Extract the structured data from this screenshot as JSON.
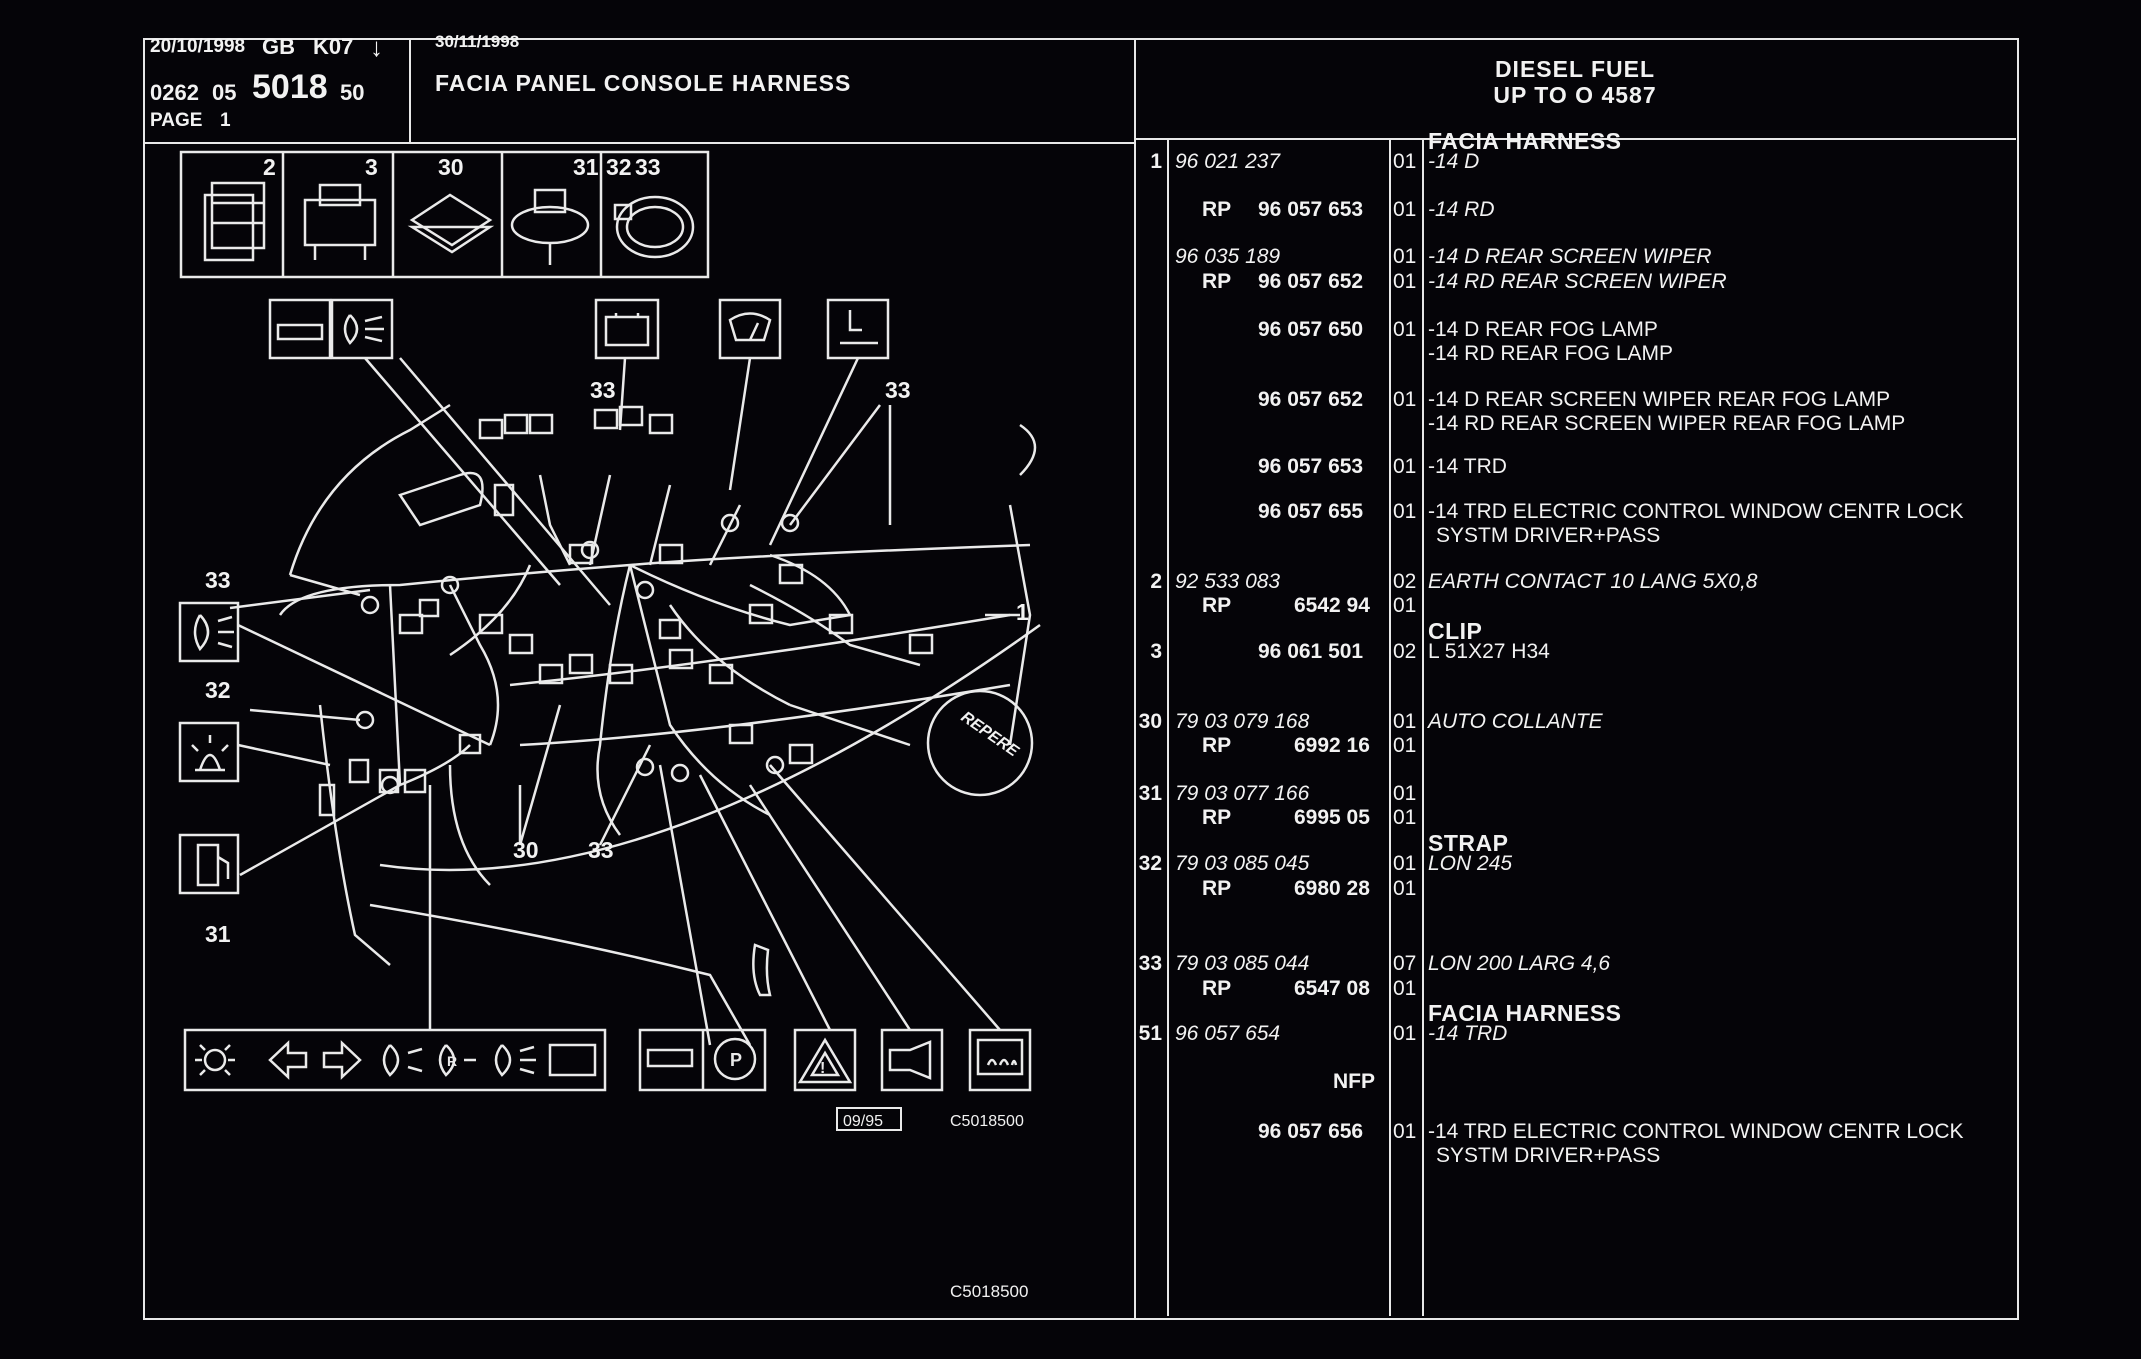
{
  "header": {
    "date": "20/10/1998",
    "lang": "GB",
    "code": "K07",
    "ref_prefix": "0262",
    "ref_a": "05",
    "ref_main": "5018",
    "ref_b": "50",
    "page_label": "PAGE",
    "page_number": "1",
    "date2": "30/11/1998",
    "title": "FACIA PANEL CONSOLE HARNESS",
    "right_line1": "DIESEL FUEL",
    "right_line2": "UP TO O 4587"
  },
  "diagram": {
    "callouts": [
      "2",
      "3",
      "30",
      "31",
      "32",
      "33",
      "33",
      "33",
      "33",
      "32",
      "31",
      "30",
      "33",
      "1"
    ],
    "stamp_text": "REPERE",
    "date_box": "09/95",
    "ref_small": "C5018500",
    "ref_bottom": "C5018500"
  },
  "parts": [
    {
      "idx": "1",
      "part": "96 021 237",
      "part_italic": true,
      "qty": "01",
      "desc": "FACIA HARNESS",
      "desc_head": true,
      "desc2": "-14 D",
      "desc2_italic": true
    },
    {
      "idx": "",
      "rp": "RP",
      "part": "96 057 653",
      "qty": "01",
      "desc": "-14 RD",
      "desc_italic": true
    },
    {
      "idx": "",
      "part": "96 035 189",
      "part_italic": true,
      "qty": "01",
      "desc": "-14 D REAR SCREEN WIPER",
      "desc_italic": true
    },
    {
      "idx": "",
      "rp": "RP",
      "part": "96 057 652",
      "qty": "01",
      "desc": "-14 RD REAR SCREEN WIPER",
      "desc_italic": true
    },
    {
      "idx": "",
      "part": "96 057 650",
      "qty": "01",
      "desc": "-14 D REAR FOG LAMP",
      "desc2": "-14 RD REAR FOG LAMP"
    },
    {
      "idx": "",
      "part": "96 057 652",
      "qty": "01",
      "desc": "-14 D REAR SCREEN WIPER REAR FOG LAMP",
      "desc2": "-14 RD REAR SCREEN WIPER REAR FOG LAMP"
    },
    {
      "idx": "",
      "part": "96 057 653",
      "qty": "01",
      "desc": "-14 TRD"
    },
    {
      "idx": "",
      "part": "96 057 655",
      "qty": "01",
      "desc": "-14 TRD ELECTRIC CONTROL WINDOW CENTR LOCK",
      "desc2": "SYSTM DRIVER+PASS"
    },
    {
      "idx": "2",
      "part": "92 533 083",
      "part_italic": true,
      "qty": "02",
      "desc": "EARTH CONTACT 10 LANG 5X0,8",
      "desc_italic": true
    },
    {
      "idx": "",
      "rp": "RP",
      "part": "6542 94",
      "qty": "01",
      "desc": ""
    },
    {
      "idx": "3",
      "part": "96 061 501",
      "qty": "02",
      "desc": "CLIP",
      "desc_head": true,
      "desc2": "L 51X27 H34"
    },
    {
      "idx": "30",
      "part": "79 03 079 168",
      "part_italic": true,
      "qty": "01",
      "desc": "AUTO COLLANTE",
      "desc_italic": true
    },
    {
      "idx": "",
      "rp": "RP",
      "part": "6992 16",
      "qty": "01",
      "desc": ""
    },
    {
      "idx": "31",
      "part": "79 03 077 166",
      "part_italic": true,
      "qty": "01",
      "desc": ""
    },
    {
      "idx": "",
      "rp": "RP",
      "part": "6995 05",
      "qty": "01",
      "desc": ""
    },
    {
      "idx": "32",
      "part": "79 03 085 045",
      "part_italic": true,
      "qty": "01",
      "desc": "STRAP",
      "desc_head": true,
      "desc2": "LON 245",
      "desc2_italic": true
    },
    {
      "idx": "",
      "rp": "RP",
      "part": "6980 28",
      "qty": "01",
      "desc": ""
    },
    {
      "idx": "33",
      "part": "79 03 085 044",
      "part_italic": true,
      "qty": "07",
      "desc": "LON 200 LARG 4,6",
      "desc_italic": true
    },
    {
      "idx": "",
      "rp": "RP",
      "part": "6547 08",
      "qty": "01",
      "desc": ""
    },
    {
      "idx": "51",
      "part": "96 057 654",
      "part_italic": true,
      "qty": "01",
      "desc": "FACIA HARNESS",
      "desc_head": true,
      "desc2": "-14 TRD",
      "desc2_italic": true
    },
    {
      "idx": "",
      "rp": "NFP",
      "part": "",
      "qty": "",
      "desc": ""
    },
    {
      "idx": "",
      "part": "96 057 656",
      "qty": "01",
      "desc": "-14 TRD ELECTRIC CONTROL WINDOW CENTR LOCK",
      "desc2": "SYSTM DRIVER+PASS"
    }
  ]
}
